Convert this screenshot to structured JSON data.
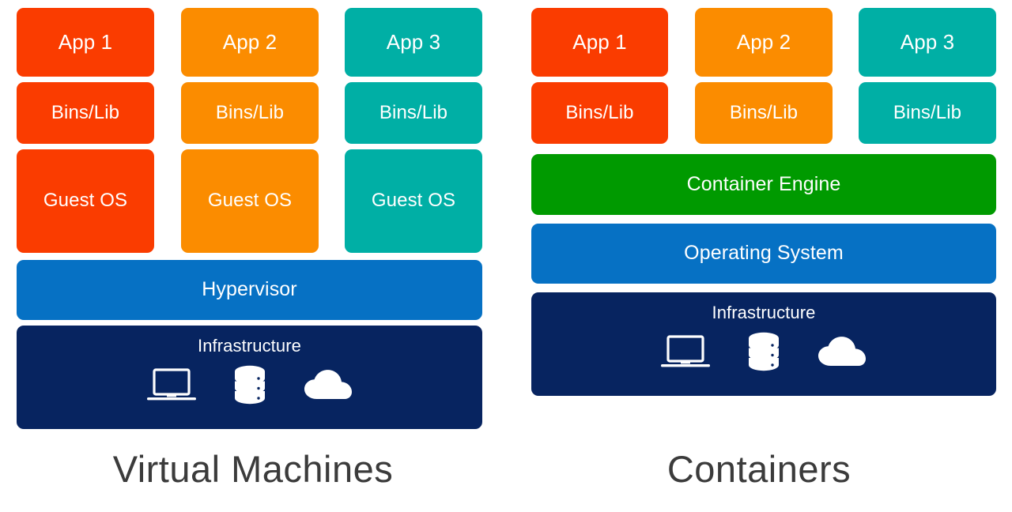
{
  "diagram": {
    "title_left": "Virtual Machines",
    "title_right": "Containers",
    "colors": {
      "red": "#FA3C00",
      "orange": "#FB8C00",
      "teal": "#00AFA5",
      "green": "#009A00",
      "blue": "#0671C4",
      "navy": "#072460",
      "text_on_block": "#FFFFFF",
      "caption_text": "#3B3B3B",
      "background": "#FFFFFF"
    },
    "icons": [
      "laptop-icon",
      "database-icon",
      "cloud-icon"
    ]
  },
  "vm": {
    "columns": [
      {
        "app": "App 1",
        "bins": "Bins/Lib",
        "guest": "Guest OS",
        "color": "red"
      },
      {
        "app": "App 2",
        "bins": "Bins/Lib",
        "guest": "Guest OS",
        "color": "orange"
      },
      {
        "app": "App 3",
        "bins": "Bins/Lib",
        "guest": "Guest OS",
        "color": "teal"
      }
    ],
    "hypervisor": "Hypervisor",
    "infrastructure": "Infrastructure"
  },
  "containers": {
    "columns": [
      {
        "app": "App 1",
        "bins": "Bins/Lib",
        "color": "red"
      },
      {
        "app": "App 2",
        "bins": "Bins/Lib",
        "color": "orange"
      },
      {
        "app": "App 3",
        "bins": "Bins/Lib",
        "color": "teal"
      }
    ],
    "container_engine": "Container Engine",
    "operating_system": "Operating System",
    "infrastructure": "Infrastructure"
  }
}
